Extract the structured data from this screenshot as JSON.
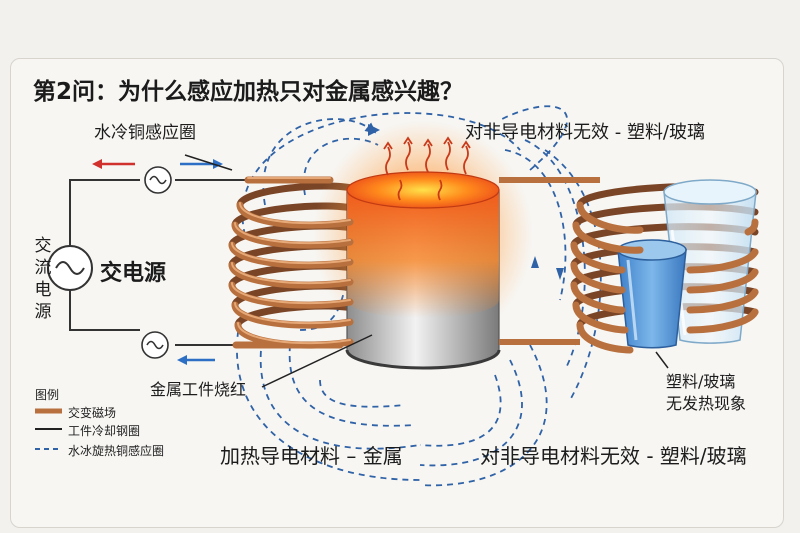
{
  "title": "第2问：为什么感应加热只对金属感兴趣？",
  "labels": {
    "coil": "水冷铜感应圈",
    "nonconductive_top": "对非导电材料无效 - 塑料/玻璃",
    "power_vertical": [
      "交",
      "流",
      "电",
      "源"
    ],
    "power": "交电源",
    "workpiece": "金属工件烧红",
    "heating": "加热导电材料 – 金属",
    "nonconductive_bottom": "对非导电材料无效 - 塑料/玻璃",
    "no_heat_line1": "塑料/玻璃",
    "no_heat_line2": "无发热现象"
  },
  "legend": {
    "title": "图例",
    "items": [
      {
        "label": "交变磁场",
        "style": "copper"
      },
      {
        "label": "工件冷却钢圈",
        "style": "solid"
      },
      {
        "label": "水冰旋热铜感应圈",
        "style": "dashed"
      }
    ]
  },
  "colors": {
    "copper": "#b8703e",
    "field_line": "#2f62a6",
    "arrow_red": "#d0312d",
    "arrow_blue": "#2d6fc4",
    "metal_hot": "#f36a1c",
    "glass_blue": "#5b9fd8"
  }
}
